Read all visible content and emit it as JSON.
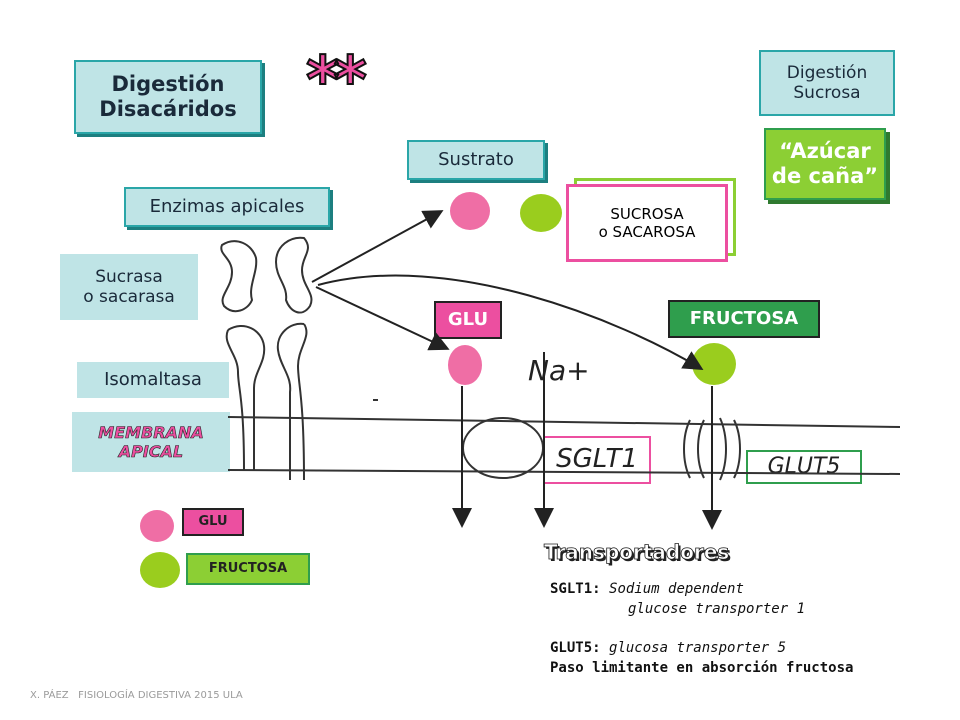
{
  "titles": {
    "digestion_disacaridos": "Digestión\nDisacáridos",
    "stars": "**",
    "digestion_sucrosa": "Digestión\nSucrosa",
    "azucar_cana": "“Azúcar\nde caña”"
  },
  "labels": {
    "sustrato": "Sustrato",
    "sucrosa_sacarosa": "SUCROSA\no SACAROSA",
    "enzimas_apicales": "Enzimas apicales",
    "sucrasa": "Sucrasa\no sacarasa",
    "isomaltasa": "Isomaltasa",
    "membrana_apical": "MEMBRANA\nAPICAL",
    "glu": "GLU",
    "fructosa": "FRUCTOSA",
    "na_plus": "Na+",
    "sglt1": "SGLT1",
    "glut5": "GLUT5",
    "transportadores": "Transportadores"
  },
  "legend": {
    "glu": "GLU",
    "fructosa": "FRUCTOSA"
  },
  "notes": {
    "sglt1_label": "SGLT1:",
    "sglt1_line1": "Sodium dependent",
    "sglt1_line2": "glucose transporter 1",
    "glut5_label": "GLUT5:",
    "glut5_text": "glucosa transporter 5",
    "glut5_line2": "Paso limitante en absorción fructosa"
  },
  "footer": "X. PÁEZ   FISIOLOGÍA DIGESTIVA 2015 ULA",
  "colors": {
    "teal_bg": "#bfe4e6",
    "pink": "#ec4fa0",
    "green": "#2f9e4d",
    "lime": "#9acd1e"
  }
}
